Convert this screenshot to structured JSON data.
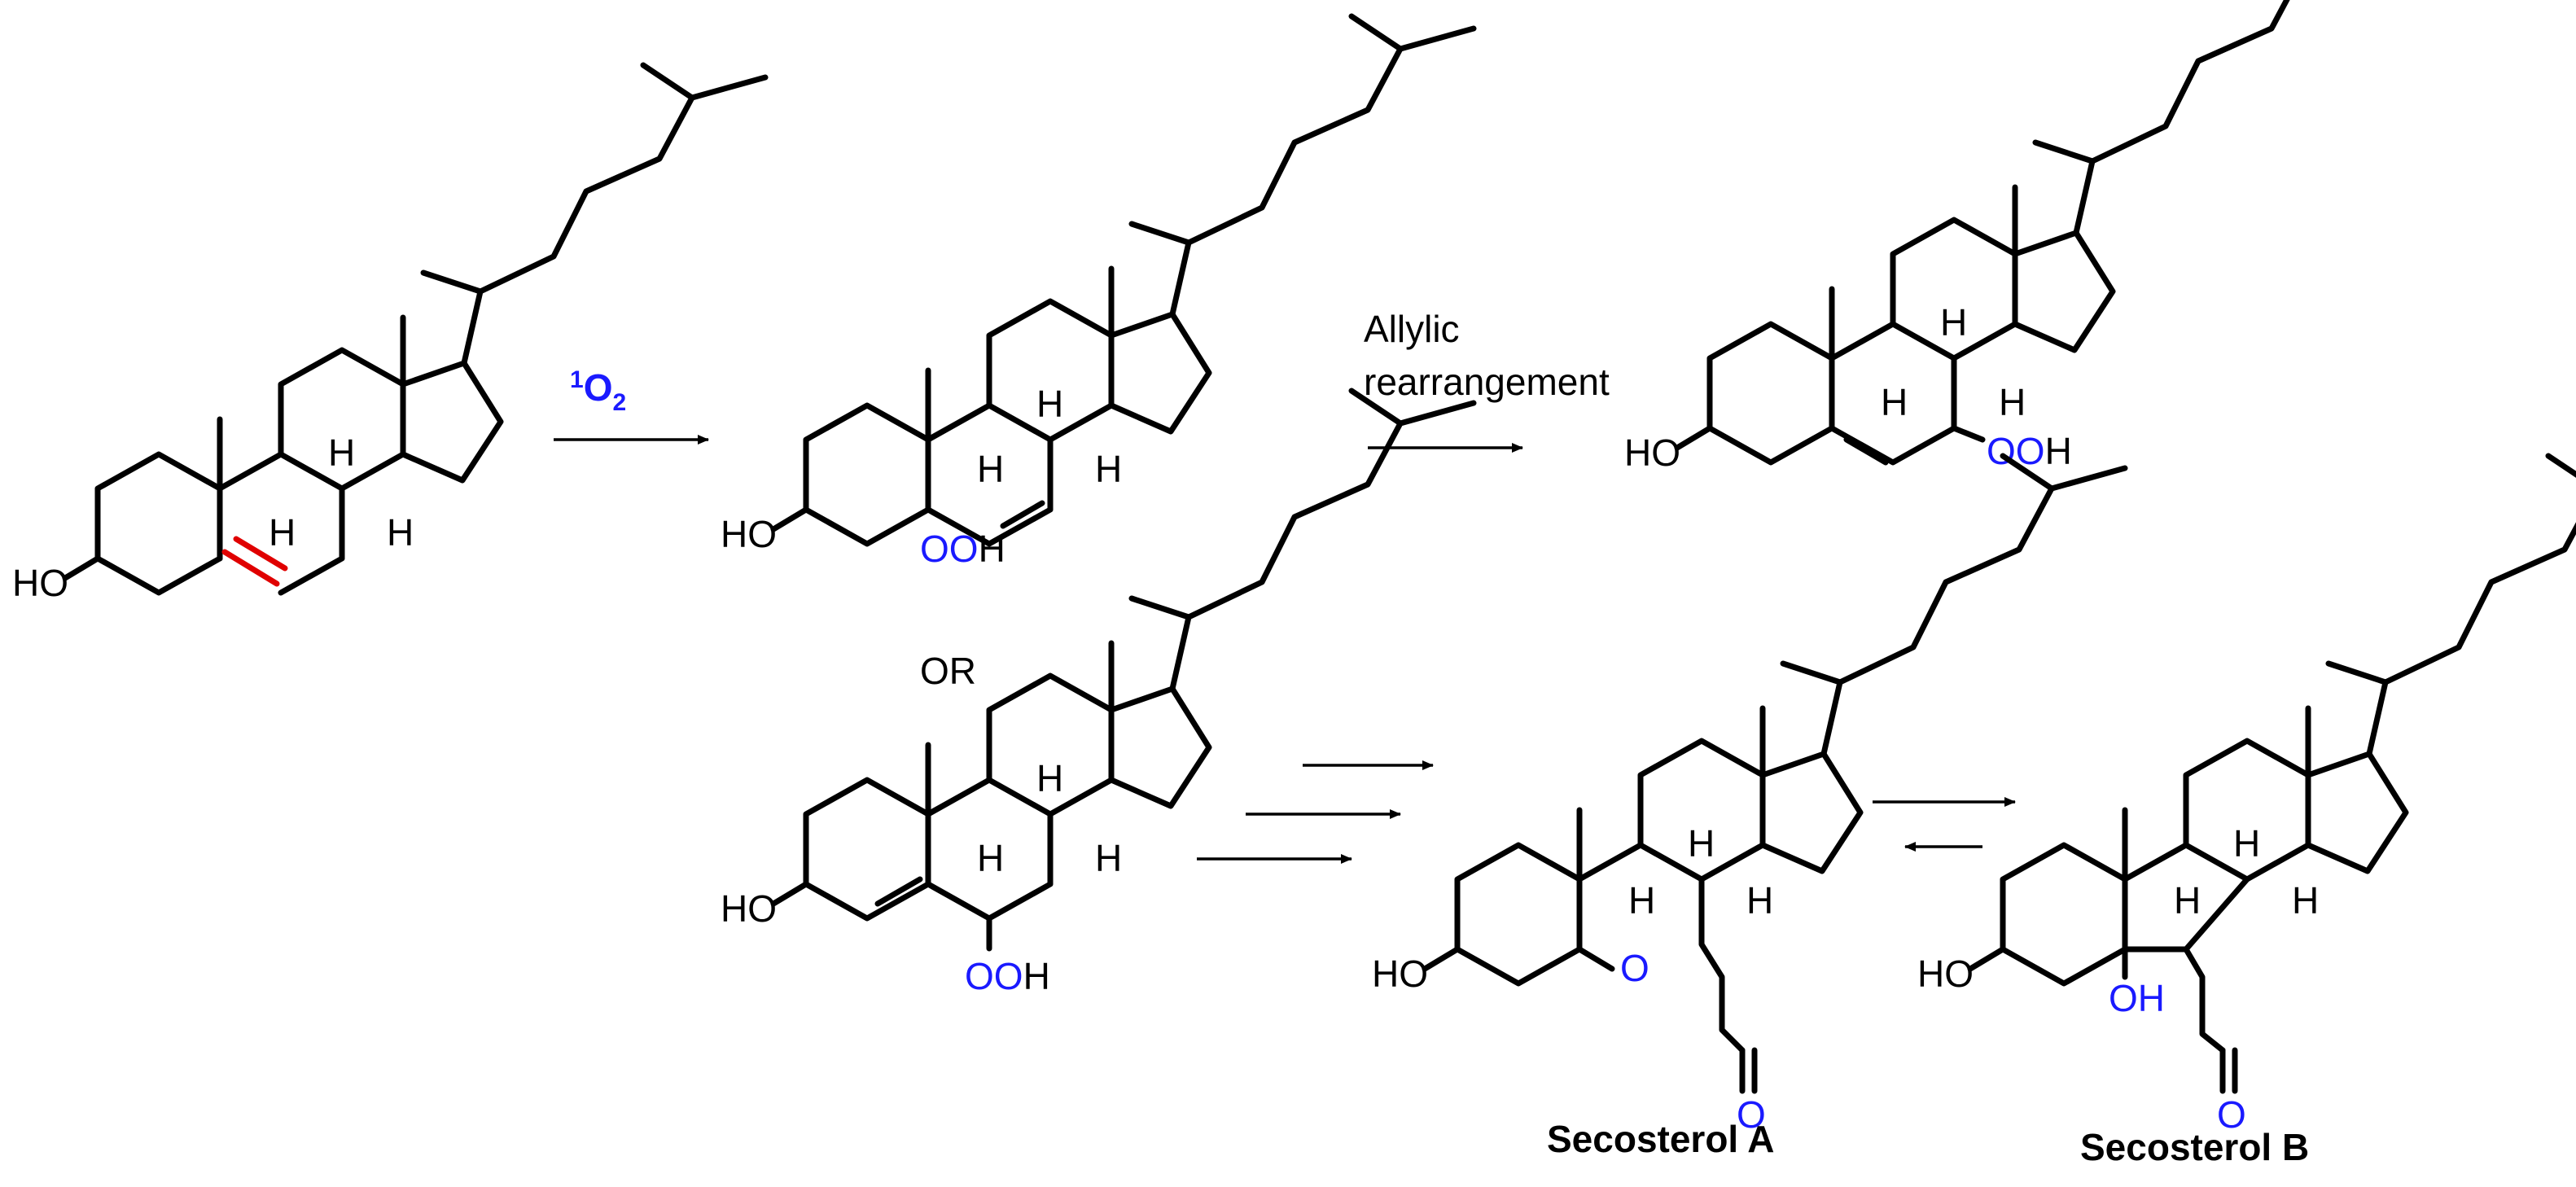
{
  "reagent": {
    "sup": "1",
    "main": "O",
    "sub": "2"
  },
  "allylic_label": {
    "line1": "Allylic",
    "line2": "rearrangement"
  },
  "or_label": "OR",
  "caption_a": "Secosterol A",
  "caption_b": "Secosterol B",
  "labels": {
    "ho": "HO",
    "h": "H",
    "ooh_oo": "OO",
    "ooh_h": "H",
    "oh": "OH",
    "o": "O"
  },
  "colors": {
    "highlight": "#e00000",
    "oxygen": "#1a1aff"
  }
}
